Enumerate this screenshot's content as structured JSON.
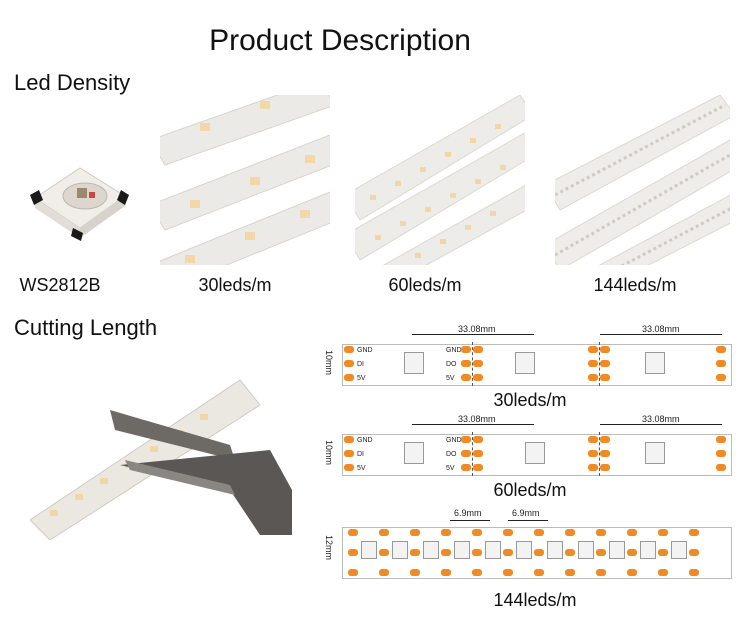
{
  "page": {
    "title": "Product Description"
  },
  "led_density": {
    "heading": "Led Density",
    "items": [
      {
        "label": "WS2812B"
      },
      {
        "label": "30leds/m"
      },
      {
        "label": "60leds/m"
      },
      {
        "label": "144leds/m"
      }
    ]
  },
  "cutting_length": {
    "heading": "Cutting Length",
    "diagrams": [
      {
        "caption": "30leds/m",
        "width_label": "10mm",
        "segment_labels": [
          "33.08mm",
          "33.08mm"
        ],
        "pins_left": [
          "GND",
          "DI",
          "5V"
        ],
        "pins_right": [
          "GND",
          "DO",
          "5V"
        ]
      },
      {
        "caption": "60leds/m",
        "width_label": "10mm",
        "segment_labels": [
          "33.08mm",
          "33.08mm"
        ],
        "pins_left": [
          "GND",
          "DI",
          "5V"
        ],
        "pins_right": [
          "GND",
          "DO",
          "5V"
        ]
      },
      {
        "caption": "144leds/m",
        "width_label": "12mm",
        "segment_labels": [
          "6.9mm",
          "6.9mm"
        ]
      }
    ]
  },
  "colors": {
    "pad": "#f08a24",
    "pcb": "#ffffff",
    "strip_photo": "#e9e9e9"
  }
}
